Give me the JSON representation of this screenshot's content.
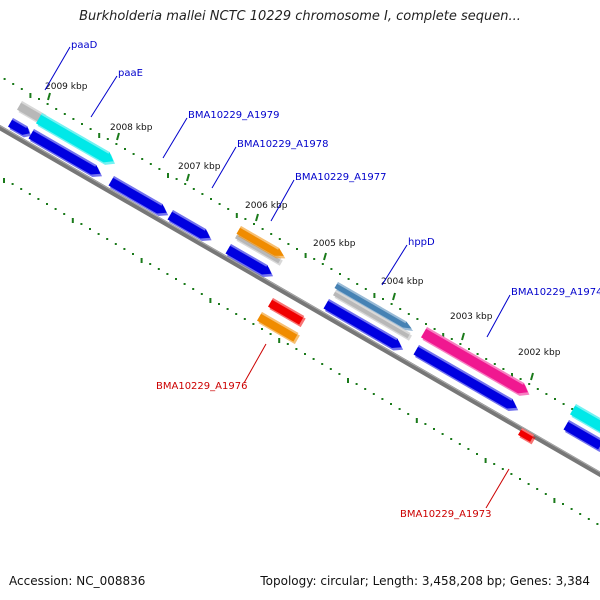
{
  "title": "Burkholderia mallei NCTC 10229 chromosome I, complete sequen...",
  "footer": {
    "accession": "Accession: NC_008836",
    "topology": "Topology: circular; Length: 3,458,208 bp; Genes: 3,384"
  },
  "colors": {
    "gene_blue": "#0000e0",
    "gene_cyan": "#00e8e8",
    "gene_gray": "#b8b8b8",
    "gene_orange": "#f08c00",
    "gene_red": "#f00000",
    "gene_magenta": "#f01890",
    "gene_steelblue": "#4682b4",
    "backbone": "#808080",
    "ticks": "#1a7a1a",
    "label_blue": "#0000cc",
    "label_red": "#cc0000"
  },
  "kbp_labels": [
    "2009 kbp",
    "2008 kbp",
    "2007 kbp",
    "2006 kbp",
    "2005 kbp",
    "2004 kbp",
    "2003 kbp",
    "2002 kbp"
  ],
  "gene_labels": {
    "forward": [
      "paaD",
      "paaE",
      "BMA10229_A1979",
      "BMA10229_A1978",
      "BMA10229_A1977",
      "hppD",
      "BMA10229_A1974"
    ],
    "reverse": [
      "BMA10229_A1976",
      "BMA10229_A1973"
    ]
  }
}
